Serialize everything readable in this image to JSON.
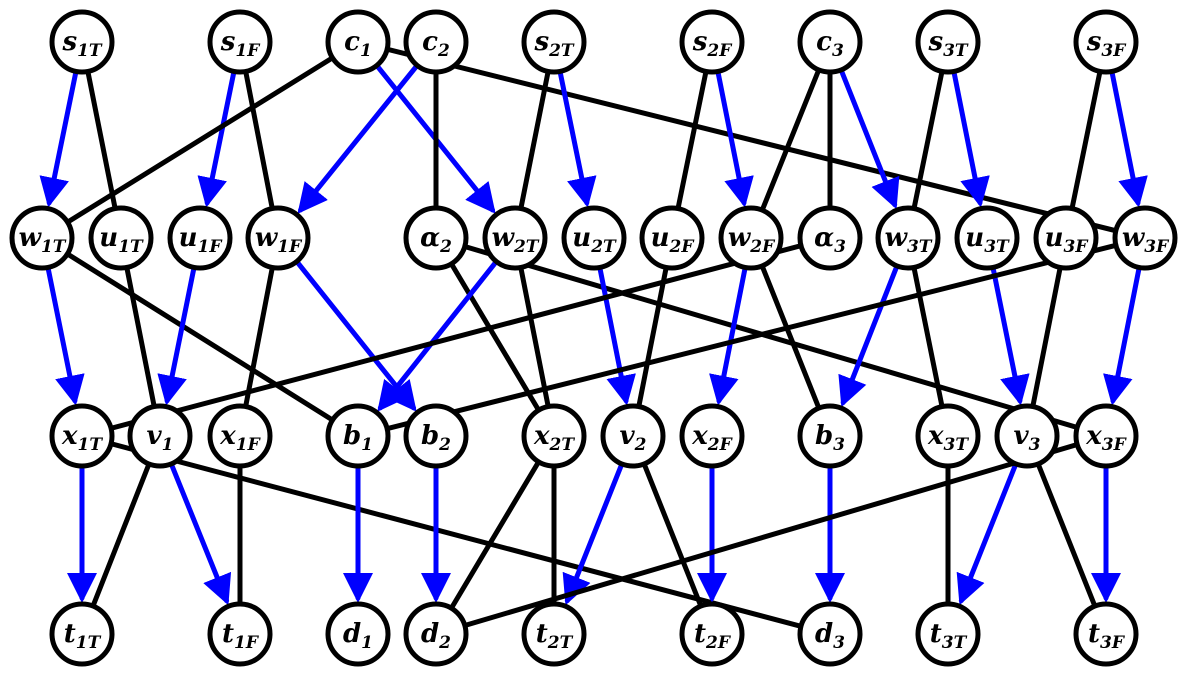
{
  "colors": {
    "black_edge": "#000000",
    "blue_edge": "#0000ff",
    "node_fill": "#ffffff"
  },
  "nodes": {
    "s1T": {
      "base": "s",
      "sub": "1T"
    },
    "s1F": {
      "base": "s",
      "sub": "1F"
    },
    "c1": {
      "base": "c",
      "sub": "1"
    },
    "c2": {
      "base": "c",
      "sub": "2"
    },
    "s2T": {
      "base": "s",
      "sub": "2T"
    },
    "s2F": {
      "base": "s",
      "sub": "2F"
    },
    "c3": {
      "base": "c",
      "sub": "3"
    },
    "s3T": {
      "base": "s",
      "sub": "3T"
    },
    "s3F": {
      "base": "s",
      "sub": "3F"
    },
    "w1T": {
      "base": "w",
      "sub": "1T"
    },
    "u1T": {
      "base": "u",
      "sub": "1T"
    },
    "u1F": {
      "base": "u",
      "sub": "1F"
    },
    "w1F": {
      "base": "w",
      "sub": "1F"
    },
    "a2": {
      "base": "α",
      "sub": "2"
    },
    "w2T": {
      "base": "w",
      "sub": "2T"
    },
    "u2T": {
      "base": "u",
      "sub": "2T"
    },
    "u2F": {
      "base": "u",
      "sub": "2F"
    },
    "w2F": {
      "base": "w",
      "sub": "2F"
    },
    "a3": {
      "base": "α",
      "sub": "3"
    },
    "w3T": {
      "base": "w",
      "sub": "3T"
    },
    "u3T": {
      "base": "u",
      "sub": "3T"
    },
    "u3F": {
      "base": "u",
      "sub": "3F"
    },
    "w3F": {
      "base": "w",
      "sub": "3F"
    },
    "x1T": {
      "base": "x",
      "sub": "1T"
    },
    "v1": {
      "base": "v",
      "sub": "1"
    },
    "x1F": {
      "base": "x",
      "sub": "1F"
    },
    "b1": {
      "base": "b",
      "sub": "1"
    },
    "b2": {
      "base": "b",
      "sub": "2"
    },
    "x2T": {
      "base": "x",
      "sub": "2T"
    },
    "v2": {
      "base": "v",
      "sub": "2"
    },
    "x2F": {
      "base": "x",
      "sub": "2F"
    },
    "b3": {
      "base": "b",
      "sub": "3"
    },
    "x3T": {
      "base": "x",
      "sub": "3T"
    },
    "v3": {
      "base": "v",
      "sub": "3"
    },
    "x3F": {
      "base": "x",
      "sub": "3F"
    },
    "t1T": {
      "base": "t",
      "sub": "1T"
    },
    "t1F": {
      "base": "t",
      "sub": "1F"
    },
    "d1": {
      "base": "d",
      "sub": "1"
    },
    "d2": {
      "base": "d",
      "sub": "2"
    },
    "t2T": {
      "base": "t",
      "sub": "2T"
    },
    "t2F": {
      "base": "t",
      "sub": "2F"
    },
    "d3": {
      "base": "d",
      "sub": "3"
    },
    "t3T": {
      "base": "t",
      "sub": "3T"
    },
    "t3F": {
      "base": "t",
      "sub": "3F"
    }
  },
  "edges": [
    {
      "from": "s1T",
      "to": "w1T",
      "color": "blue",
      "arrow": true
    },
    {
      "from": "s1T",
      "to": "u1T",
      "color": "black",
      "arrow": false
    },
    {
      "from": "s1F",
      "to": "u1F",
      "color": "blue",
      "arrow": true
    },
    {
      "from": "s1F",
      "to": "w1F",
      "color": "black",
      "arrow": false
    },
    {
      "from": "c1",
      "to": "w1T",
      "color": "black",
      "arrow": false
    },
    {
      "from": "c1",
      "to": "w2T",
      "color": "blue",
      "arrow": true
    },
    {
      "from": "c1",
      "to": "w3F",
      "color": "black",
      "arrow": false
    },
    {
      "from": "c2",
      "to": "w1F",
      "color": "blue",
      "arrow": true
    },
    {
      "from": "c2",
      "to": "a2",
      "color": "black",
      "arrow": false
    },
    {
      "from": "s2T",
      "to": "w2T",
      "color": "black",
      "arrow": false
    },
    {
      "from": "s2T",
      "to": "u2T",
      "color": "blue",
      "arrow": true
    },
    {
      "from": "s2F",
      "to": "u2F",
      "color": "black",
      "arrow": false
    },
    {
      "from": "s2F",
      "to": "w2F",
      "color": "blue",
      "arrow": true
    },
    {
      "from": "c3",
      "to": "w2F",
      "color": "black",
      "arrow": false
    },
    {
      "from": "c3",
      "to": "a3",
      "color": "black",
      "arrow": false
    },
    {
      "from": "c3",
      "to": "w3T",
      "color": "blue",
      "arrow": true
    },
    {
      "from": "s3T",
      "to": "w3T",
      "color": "black",
      "arrow": false
    },
    {
      "from": "s3T",
      "to": "u3T",
      "color": "blue",
      "arrow": true
    },
    {
      "from": "s3F",
      "to": "u3F",
      "color": "black",
      "arrow": false
    },
    {
      "from": "s3F",
      "to": "w3F",
      "color": "blue",
      "arrow": true
    },
    {
      "from": "w1T",
      "to": "x1T",
      "color": "blue",
      "arrow": true
    },
    {
      "from": "w1T",
      "to": "b1",
      "color": "black",
      "arrow": false
    },
    {
      "from": "u1T",
      "to": "v1",
      "color": "black",
      "arrow": false
    },
    {
      "from": "u1F",
      "to": "v1",
      "color": "blue",
      "arrow": true
    },
    {
      "from": "w1F",
      "to": "x1F",
      "color": "black",
      "arrow": false
    },
    {
      "from": "w1F",
      "to": "b2",
      "color": "blue",
      "arrow": true
    },
    {
      "from": "a2",
      "to": "x2T",
      "color": "black",
      "arrow": false
    },
    {
      "from": "a2",
      "to": "x3F",
      "color": "black",
      "arrow": false
    },
    {
      "from": "w2T",
      "to": "b1",
      "color": "blue",
      "arrow": true
    },
    {
      "from": "w2T",
      "to": "x2T",
      "color": "black",
      "arrow": false
    },
    {
      "from": "u2T",
      "to": "v2",
      "color": "blue",
      "arrow": true
    },
    {
      "from": "u2F",
      "to": "v2",
      "color": "black",
      "arrow": false
    },
    {
      "from": "w2F",
      "to": "x2F",
      "color": "blue",
      "arrow": true
    },
    {
      "from": "w2F",
      "to": "b3",
      "color": "black",
      "arrow": false
    },
    {
      "from": "a3",
      "to": "x1T",
      "color": "black",
      "arrow": false
    },
    {
      "from": "w3T",
      "to": "b3",
      "color": "blue",
      "arrow": true
    },
    {
      "from": "w3T",
      "to": "x3T",
      "color": "black",
      "arrow": false
    },
    {
      "from": "u3T",
      "to": "v3",
      "color": "blue",
      "arrow": true
    },
    {
      "from": "u3F",
      "to": "v3",
      "color": "black",
      "arrow": false
    },
    {
      "from": "w3F",
      "to": "b1",
      "color": "black",
      "arrow": false
    },
    {
      "from": "w3F",
      "to": "x3F",
      "color": "blue",
      "arrow": true
    },
    {
      "from": "x1T",
      "to": "t1T",
      "color": "blue",
      "arrow": true
    },
    {
      "from": "x1T",
      "to": "d3",
      "color": "black",
      "arrow": false
    },
    {
      "from": "v1",
      "to": "t1T",
      "color": "black",
      "arrow": false
    },
    {
      "from": "v1",
      "to": "t1F",
      "color": "blue",
      "arrow": true
    },
    {
      "from": "x1F",
      "to": "t1F",
      "color": "black",
      "arrow": false
    },
    {
      "from": "b1",
      "to": "d1",
      "color": "blue",
      "arrow": true
    },
    {
      "from": "b2",
      "to": "d2",
      "color": "blue",
      "arrow": true
    },
    {
      "from": "x2T",
      "to": "d2",
      "color": "black",
      "arrow": false
    },
    {
      "from": "x2T",
      "to": "t2T",
      "color": "black",
      "arrow": false
    },
    {
      "from": "v2",
      "to": "t2T",
      "color": "blue",
      "arrow": true
    },
    {
      "from": "v2",
      "to": "t2F",
      "color": "black",
      "arrow": false
    },
    {
      "from": "x2F",
      "to": "t2F",
      "color": "blue",
      "arrow": true
    },
    {
      "from": "b3",
      "to": "d3",
      "color": "blue",
      "arrow": true
    },
    {
      "from": "x3T",
      "to": "t3T",
      "color": "black",
      "arrow": false
    },
    {
      "from": "v3",
      "to": "t3T",
      "color": "blue",
      "arrow": true
    },
    {
      "from": "v3",
      "to": "t3F",
      "color": "black",
      "arrow": false
    },
    {
      "from": "x3F",
      "to": "d2",
      "color": "black",
      "arrow": false
    },
    {
      "from": "x3F",
      "to": "t3F",
      "color": "blue",
      "arrow": true
    }
  ]
}
